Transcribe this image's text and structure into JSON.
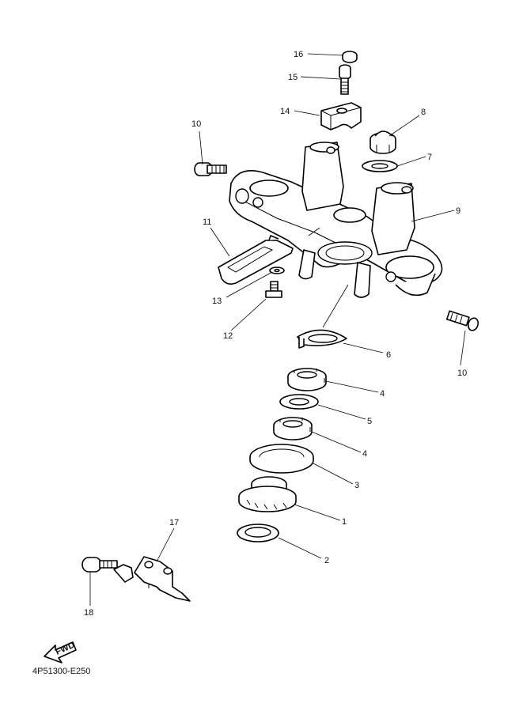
{
  "diagram_code": "4P51300-E250",
  "fwd_label": "FWD",
  "labels": {
    "p1": "1",
    "p2": "2",
    "p3": "3",
    "p4a": "4",
    "p4b": "4",
    "p5": "5",
    "p6": "6",
    "p7": "7",
    "p8": "8",
    "p9": "9",
    "p10a": "10",
    "p10b": "10",
    "p11": "11",
    "p12": "12",
    "p13": "13",
    "p14": "14",
    "p15": "15",
    "p16": "16",
    "p17": "17",
    "p18": "18"
  }
}
